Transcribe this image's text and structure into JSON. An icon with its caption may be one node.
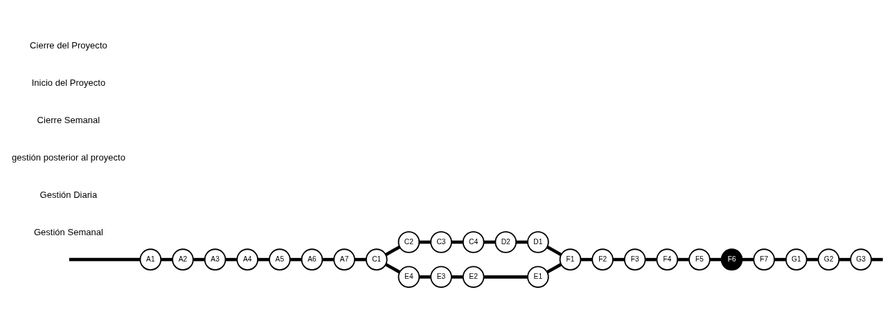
{
  "diagram": {
    "nodes": [
      {
        "text": [
          "A1"
        ]
      },
      {
        "text": [
          "A2"
        ]
      },
      {
        "text": [
          "A3"
        ]
      },
      {
        "text": [
          "A4"
        ]
      },
      {
        "text": [
          "A5"
        ]
      },
      {
        "text": [
          "A6"
        ]
      },
      {
        "text": [
          "A7"
        ]
      },
      {
        "text": [
          "C1"
        ]
      },
      {
        "text": [
          "C2"
        ]
      },
      {
        "text": [
          "C3"
        ]
      },
      {
        "text": [
          "C4"
        ]
      },
      {
        "text": [
          "D1"
        ]
      },
      {
        "text": [
          "D2"
        ]
      },
      {
        "text": [
          "E1"
        ]
      },
      {
        "text": [
          "E2"
        ]
      },
      {
        "text": [
          "E3"
        ]
      },
      {
        "text": [
          "E4"
        ]
      },
      {
        "text": [
          "F1"
        ]
      },
      {
        "text": [
          "F2"
        ]
      },
      {
        "text": [
          "F3"
        ]
      },
      {
        "text": [
          "F4"
        ]
      },
      {
        "text": [
          "F5"
        ]
      },
      {
        "text": [
          "F6"
        ]
      },
      {
        "text": [
          "F7"
        ]
      },
      {
        "text": [
          "G1"
        ]
      },
      {
        "text": [
          "G2"
        ]
      },
      {
        "text": [
          "G3"
        ]
      }
    ],
    "edges": [
      {
        "from": null,
        "to": 0,
        "arrow": "none"
      },
      {
        "from": 0,
        "to": 1,
        "arrow": "none"
      },
      {
        "from": 1,
        "to": 2,
        "arrow": "none"
      },
      {
        "from": 2,
        "to": 3,
        "arrow": "none"
      },
      {
        "from": 3,
        "to": 4,
        "arrow": "none"
      },
      {
        "from": 4,
        "to": 5,
        "arrow": "none"
      },
      {
        "from": 5,
        "to": 6,
        "arrow": "none"
      },
      {
        "from": 6,
        "to": 7,
        "arrow": "none"
      },
      {
        "from": 7,
        "to": 8,
        "arrow": "none"
      },
      {
        "from": 8,
        "to": 9,
        "arrow": "none"
      },
      {
        "from": 9,
        "to": 10,
        "arrow": "none"
      },
      {
        "from": 10,
        "to": 12,
        "arrow": "none"
      },
      {
        "from": 12,
        "to": 11,
        "arrow": "none"
      },
      {
        "from": 11,
        "to": 17,
        "arrow": "none"
      },
      {
        "from": 7,
        "to": 16,
        "arrow": "none"
      },
      {
        "from": 16,
        "to": 15,
        "arrow": "none"
      },
      {
        "from": 15,
        "to": 14,
        "arrow": "none"
      },
      {
        "from": 14,
        "to": 13,
        "arrow": "none"
      },
      {
        "from": 13,
        "to": 17,
        "arrow": "none"
      },
      {
        "from": 17,
        "to": 18,
        "arrow": "none"
      },
      {
        "from": 18,
        "to": 19,
        "arrow": "none"
      },
      {
        "from": 19,
        "to": 20,
        "arrow": "none"
      },
      {
        "from": 20,
        "to": 21,
        "arrow": "none"
      },
      {
        "from": 21,
        "to": 22,
        "arrow": "none"
      },
      {
        "from": 22,
        "to": 23,
        "arrow": "none"
      },
      {
        "from": 23,
        "to": 24,
        "arrow": "none"
      },
      {
        "from": 24,
        "to": 25,
        "arrow": "none"
      },
      {
        "from": 25,
        "to": 26,
        "arrow": "none"
      },
      {
        "from": 26,
        "to": null,
        "arrow": "none"
      }
    ],
    "labels": [
      "Gestión Semanal",
      "Gestión Diaria",
      "gestión posterior al proyecto",
      "Cierre Semanal",
      "Inicio del Proyecto",
      "Cierre del Proyecto"
    ]
  }
}
